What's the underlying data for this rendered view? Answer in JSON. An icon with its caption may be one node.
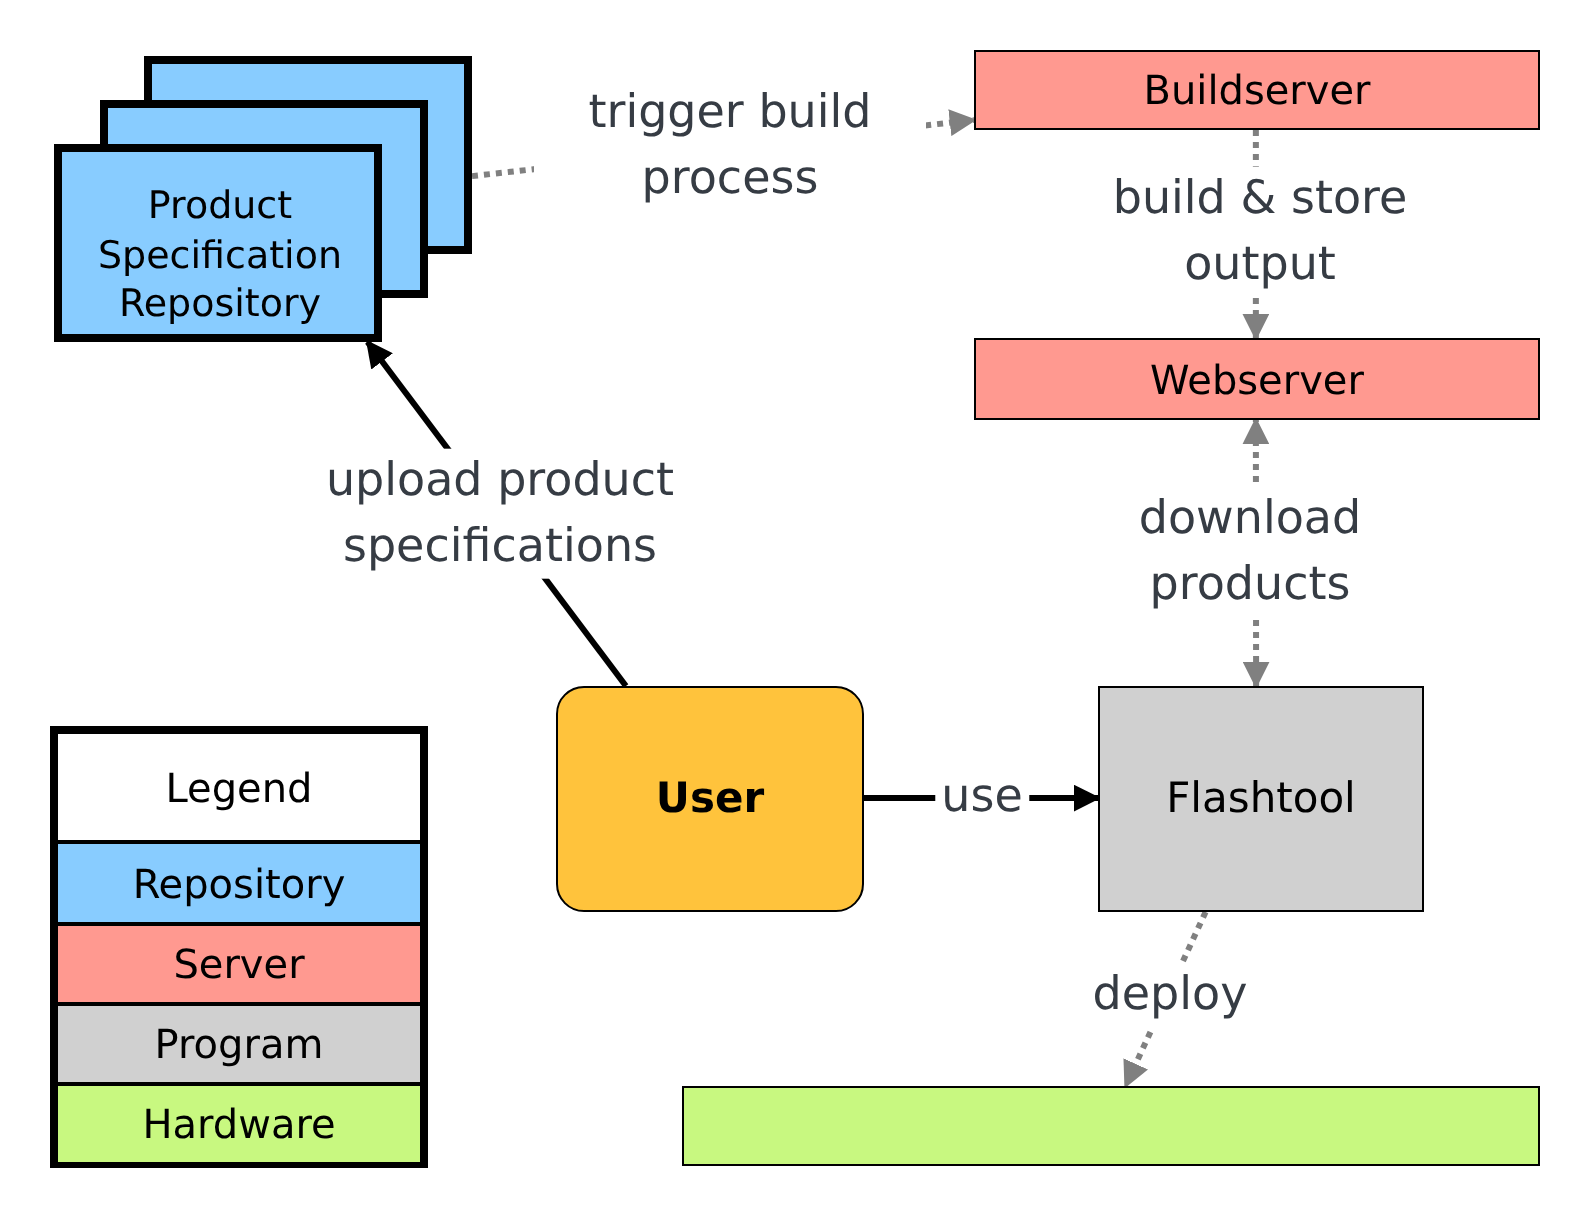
{
  "diagram": {
    "nodes": [
      {
        "text": [
          "Product Specification Repository"
        ]
      },
      {
        "text": [
          "Buildserver"
        ]
      },
      {
        "text": [
          "Webserver"
        ]
      },
      {
        "text": [
          "User"
        ]
      },
      {
        "text": [
          "Flashtool"
        ]
      },
      {
        "text": [],
        "shape": "box"
      }
    ],
    "edges": [
      {
        "from": 0,
        "to": 1,
        "arrow": "to",
        "label": "trigger build process",
        "style": "dashed"
      },
      {
        "from": 1,
        "to": 2,
        "arrow": "to",
        "label": "build & store output",
        "style": "dashed"
      },
      {
        "from": 4,
        "to": 2,
        "arrow": "both",
        "label": "download products",
        "style": "dashed"
      },
      {
        "from": 3,
        "to": 0,
        "arrow": "to",
        "label": "upload product specifications",
        "color": "#000000"
      },
      {
        "from": 3,
        "to": 4,
        "arrow": "to",
        "label": "use",
        "color": "#000000"
      },
      {
        "from": 4,
        "to": 5,
        "arrow": "to",
        "label": "deploy",
        "style": "dashed"
      }
    ],
    "labels": [
      "Legend"
    ],
    "legend": [
      {
        "text": "Repository",
        "color": "#88ccff"
      },
      {
        "text": "Server",
        "color": "#ff9990"
      },
      {
        "text": "Program",
        "color": "#d0d0d0"
      },
      {
        "text": "Hardware",
        "color": "#c8f880"
      }
    ]
  }
}
